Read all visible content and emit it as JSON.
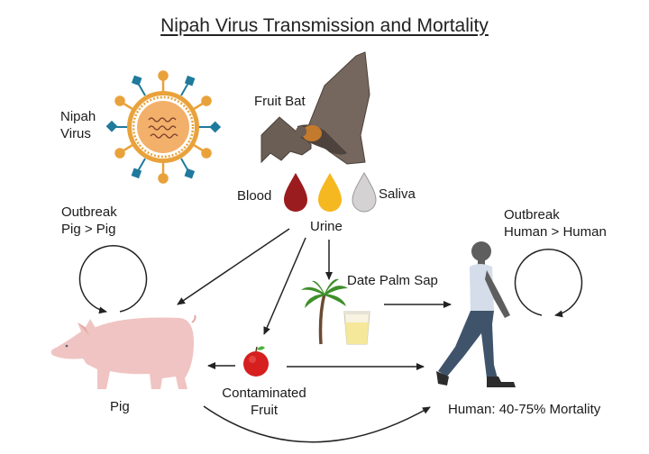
{
  "title": "Nipah Virus Transmission and Mortality",
  "labels": {
    "virus_line1": "Nipah",
    "virus_line2": "Virus",
    "bat": "Fruit Bat",
    "blood": "Blood",
    "saliva": "Saliva",
    "urine": "Urine",
    "pig_outbreak_line1": "Outbreak",
    "pig_outbreak_line2": "Pig > Pig",
    "human_outbreak_line1": "Outbreak",
    "human_outbreak_line2": "Human > Human",
    "date_palm_sap": "Date Palm Sap",
    "fruit_line1": "Contaminated",
    "fruit_line2": "Fruit",
    "pig": "Pig",
    "human": "Human: 40-75% Mortality"
  },
  "colors": {
    "blood": "#9b1c1f",
    "urine": "#f5b820",
    "saliva": "#d4d2d2",
    "virus_shell": "#e9a23b",
    "virus_core": "#f2b06a",
    "virus_spike_blue": "#1f7a9c",
    "pig": "#f0c4c2",
    "bat": "#6b5e55",
    "apple": "#d61f1f",
    "arrow": "#222222"
  },
  "edges": [
    {
      "from": "Urine",
      "to": "Pig"
    },
    {
      "from": "Urine",
      "to": "Contaminated Fruit"
    },
    {
      "from": "Urine",
      "to": "Date Palm Sap"
    },
    {
      "from": "Date Palm Sap",
      "to": "Human"
    },
    {
      "from": "Contaminated Fruit",
      "to": "Pig"
    },
    {
      "from": "Contaminated Fruit",
      "to": "Human"
    },
    {
      "from": "Pig",
      "to": "Human"
    },
    {
      "from": "Pig",
      "to": "Pig"
    },
    {
      "from": "Human",
      "to": "Human"
    }
  ]
}
